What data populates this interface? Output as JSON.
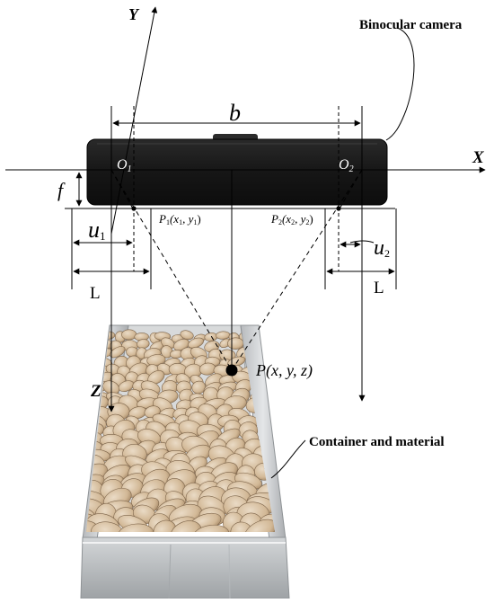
{
  "labels": {
    "axis_y": "Y",
    "axis_x": "X",
    "axis_z": "Z",
    "baseline": "b",
    "focal": "f",
    "origin_left": {
      "main": "O",
      "sub": "1"
    },
    "origin_right": {
      "main": "O",
      "sub": "2"
    },
    "p1": {
      "main": "P",
      "sub": "1",
      "coords_open": "(x",
      "sub_x": "1",
      "mid": ", y",
      "sub_y": "1",
      "close": ")"
    },
    "p2": {
      "main": "P",
      "sub": "2",
      "coords_open": "(x",
      "sub_x": "2",
      "mid": ", y",
      "sub_y": "2",
      "close": ")"
    },
    "u1": {
      "main": "u",
      "sub": "1"
    },
    "u2": {
      "main": "u",
      "sub": "2"
    },
    "L_left": "L",
    "L_right": "L",
    "point": "P(x, y, z)",
    "camera_label": "Binocular camera",
    "container_label": "Container and material"
  },
  "colors": {
    "camera_body": "#1b1b1b",
    "container_metal": "#c9ccce",
    "potato": "#d9c2a4",
    "potato_dark": "#b79b7a"
  }
}
